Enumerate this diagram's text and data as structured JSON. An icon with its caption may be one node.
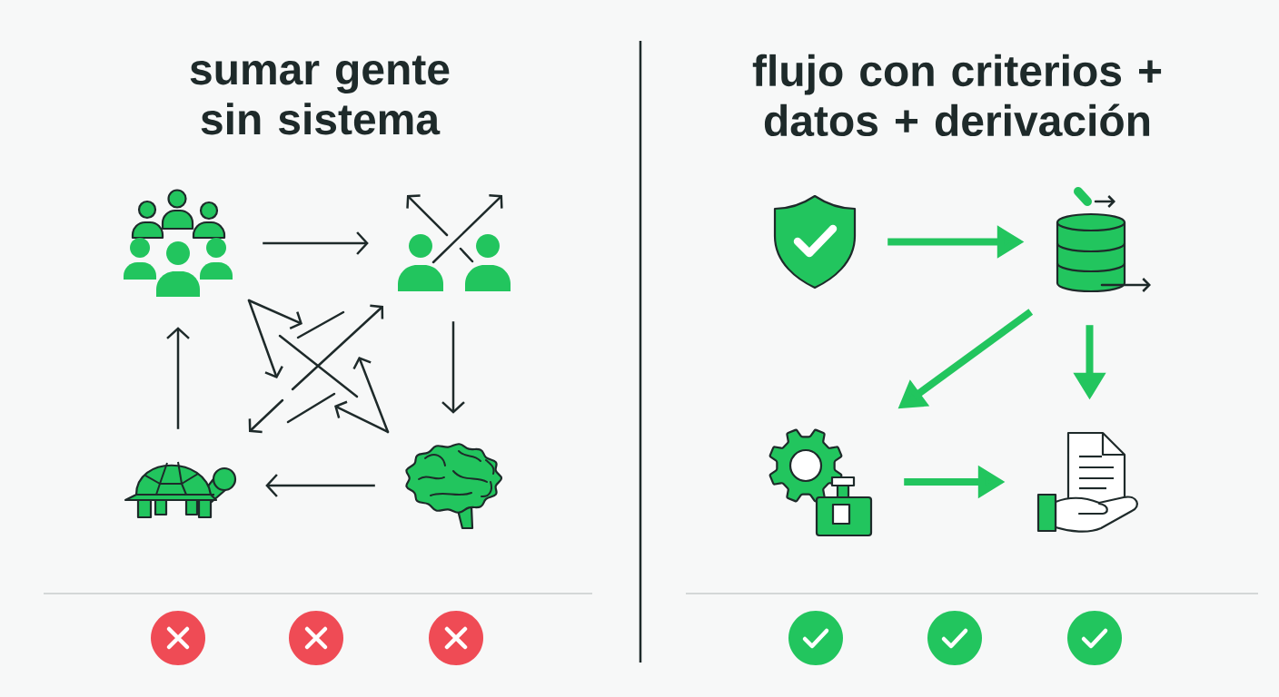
{
  "diagram": {
    "nodes": [
      {
        "text": [],
        "shape": "person"
      },
      {
        "text": [],
        "shape": "person"
      },
      {
        "text": [],
        "shape": "picture"
      },
      {
        "text": [],
        "shape": "picture"
      },
      {
        "text": [],
        "shape": "picture"
      },
      {
        "text": [],
        "shape": "cylinder"
      },
      {
        "text": [],
        "shape": "picture"
      },
      {
        "text": [],
        "shape": "picture"
      }
    ],
    "edges": [
      {
        "from": 0,
        "to": 1,
        "arrow": "to"
      },
      {
        "from": 1,
        "to": 2,
        "arrow": "to"
      },
      {
        "from": 2,
        "to": 3,
        "arrow": "to"
      },
      {
        "from": 3,
        "to": 0,
        "arrow": "to"
      },
      {
        "from": 4,
        "to": 5,
        "arrow": "to",
        "style": "thick",
        "color": "#22c55e"
      },
      {
        "from": 5,
        "to": 6,
        "arrow": "to",
        "style": "thick",
        "color": "#22c55e"
      },
      {
        "from": 5,
        "to": 7,
        "arrow": "to",
        "style": "thick",
        "color": "#22c55e"
      },
      {
        "from": 6,
        "to": 7,
        "arrow": "to",
        "style": "thick",
        "color": "#22c55e"
      }
    ],
    "labels": [
      "sumar gente sin sistema",
      "flujo con criterios + datos + derivación"
    ]
  }
}
